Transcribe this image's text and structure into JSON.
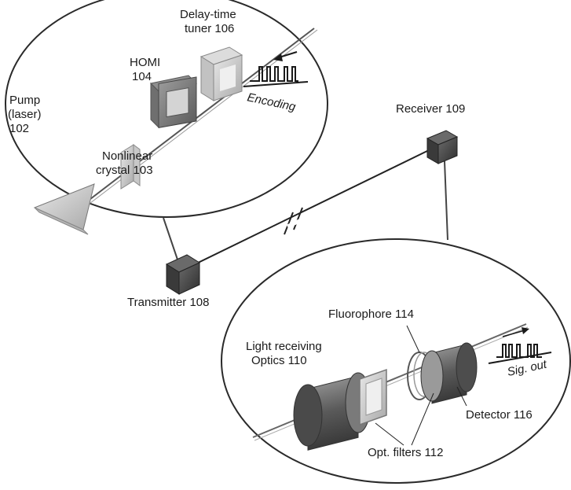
{
  "labels": {
    "pump_line1": "Pump",
    "pump_line2": "(laser)",
    "pump_line3": "102",
    "crystal_line1": "Nonlinear",
    "crystal_line2": "crystal 103",
    "homi_line1": "HOMI",
    "homi_line2": "104",
    "tuner_line1": "Delay-time",
    "tuner_line2": "tuner 106",
    "encoding": "Encoding",
    "receiver": "Receiver 109",
    "transmitter": "Transmitter 108",
    "fluorophore": "Fluorophore 114",
    "sig_out": "Sig. out",
    "optics_line1": "Light receiving",
    "optics_line2": "Optics 110",
    "detector": "Detector 116",
    "filters": "Opt. filters 112"
  }
}
